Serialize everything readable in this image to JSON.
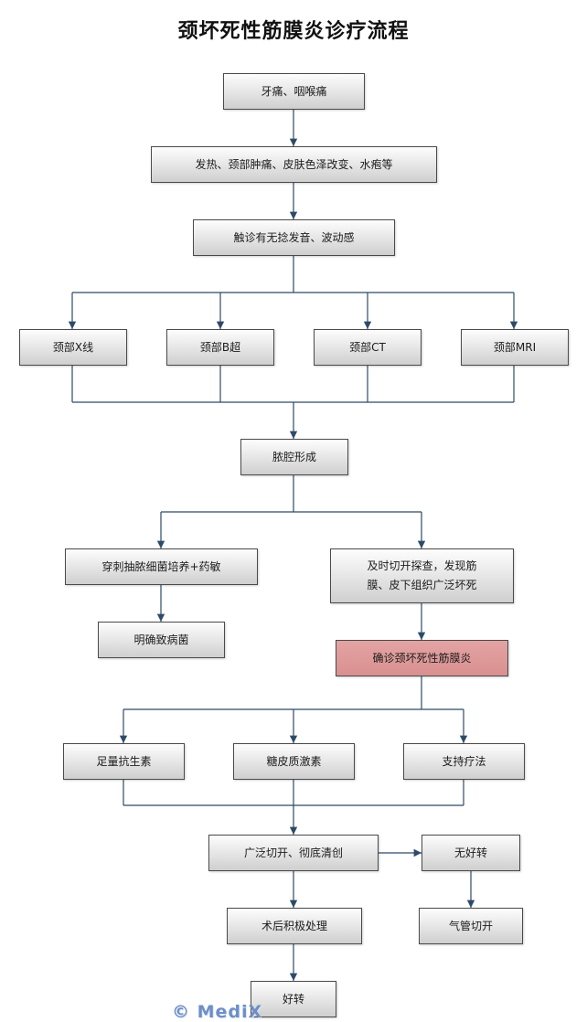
{
  "title": "颈坏死性筋膜炎诊疗流程",
  "nodes": {
    "toothache": "牙痛、咽喉痛",
    "fever": "发热、颈部肿痛、皮肤色泽改变、水疱等",
    "palpation": "触诊有无捻发音、波动感",
    "xray": "颈部X线",
    "bscan": "颈部B超",
    "ct": "颈部CT",
    "mri": "颈部MRI",
    "abscess": "脓腔形成",
    "puncture": "穿刺抽脓细菌培养+药敏",
    "explore_line1": "及时切开探查，发现筋",
    "explore_line2": "膜、皮下组织广泛坏死",
    "pathogen": "明确致病菌",
    "diagnosis": "确诊颈坏死性筋膜炎",
    "antibiotics": "足量抗生素",
    "steroids": "糖皮质激素",
    "support": "支持疗法",
    "incision": "广泛切开、彻底清创",
    "no_improve": "无好转",
    "postop": "术后积极处理",
    "tracheotomy": "气管切开",
    "improve": "好转"
  },
  "watermark": "© MediX",
  "colors": {
    "line": "#2f4a68",
    "highlight": "#d99090",
    "box_border": "#4a4a4a"
  }
}
